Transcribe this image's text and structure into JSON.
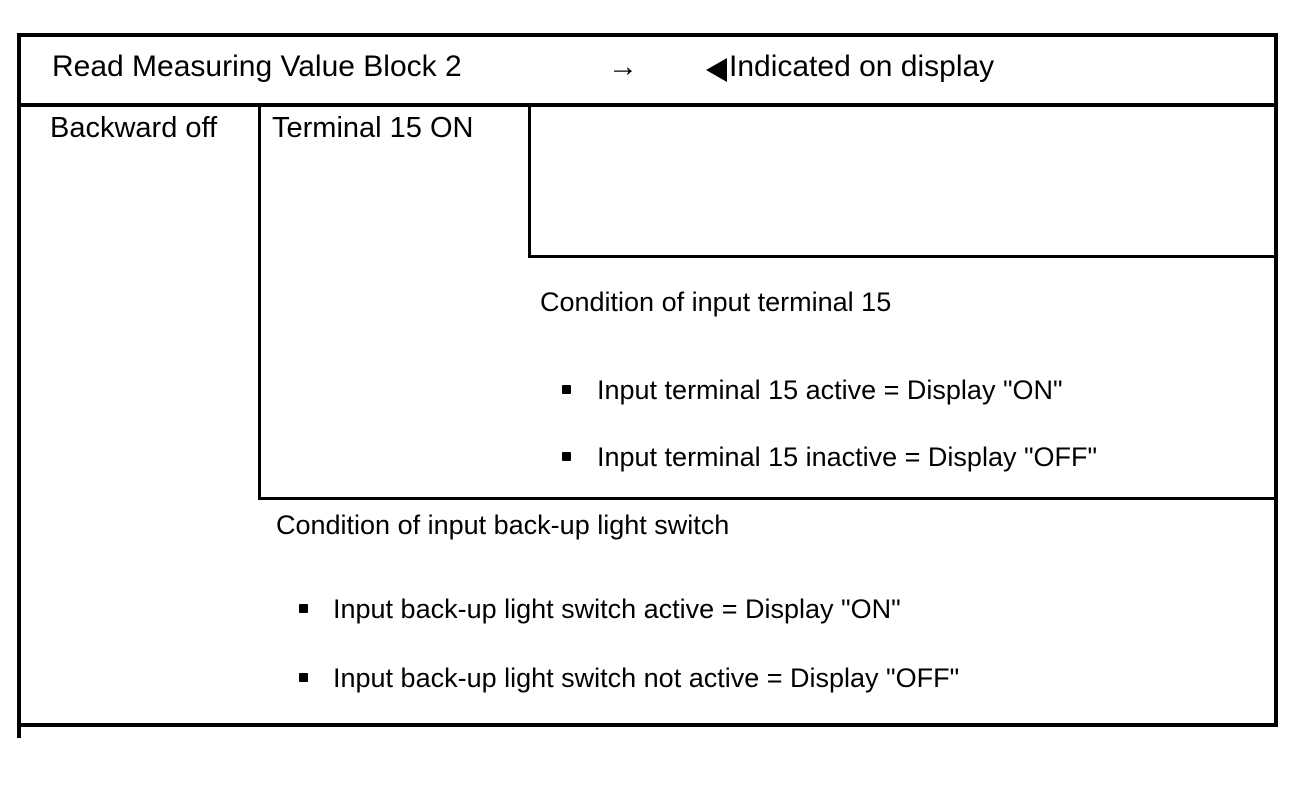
{
  "header": {
    "title": "Read Measuring Value Block 2",
    "arrow": "→",
    "marker_icon": "left-triangle-icon",
    "indicated_label": "Indicated on display"
  },
  "row": {
    "col1_label": "Backward off",
    "col2_label": "Terminal 15 ON"
  },
  "sections": [
    {
      "title": "Condition of input terminal 15",
      "bullets": [
        "Input terminal 15 active = Display \"ON\"",
        "Input terminal 15 inactive = Display \"OFF\""
      ]
    },
    {
      "title": "Condition of input back-up light switch",
      "bullets": [
        "Input back-up light switch active = Display \"ON\"",
        "Input back-up light switch not active = Display \"OFF\""
      ]
    }
  ],
  "colors": {
    "ink": "#000000",
    "paper": "#ffffff"
  }
}
